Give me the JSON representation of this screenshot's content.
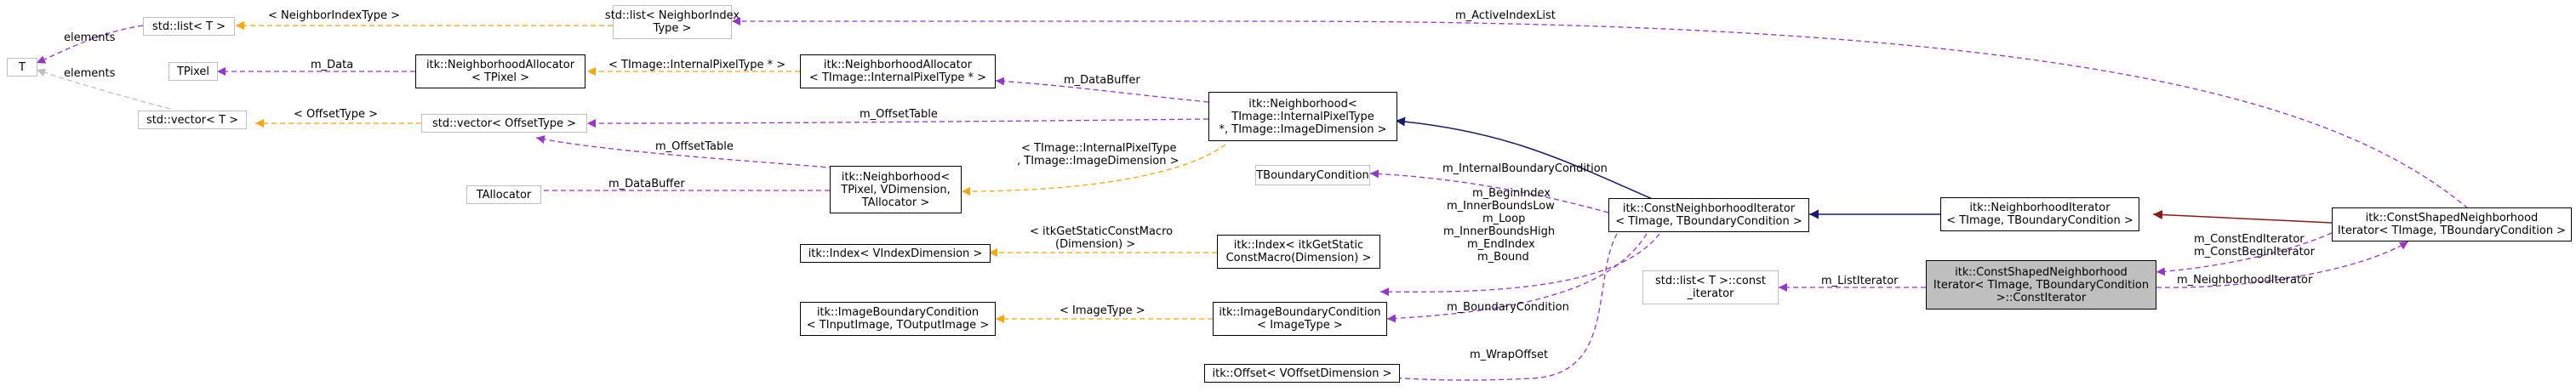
{
  "colors": {
    "purple_edge": "#9a32cd",
    "orange_edge": "#ffa500",
    "navy_edge": "#191970",
    "darkred_edge": "#8b1a1a",
    "gray_border": "#bfbfbf",
    "focus_fill": "#bfbfbf"
  },
  "nodes": {
    "T": "T",
    "std_list_T": "std::list< T >",
    "std_vector_T": "std::vector< T >",
    "TPixel": "TPixel",
    "TAllocator": "TAllocator",
    "std_list_neighborindextype": "std::list< NeighborIndex\nType >",
    "neighborhoodallocator_tpixel": "itk::NeighborhoodAllocator\n< TPixel >",
    "std_vector_offsettype": "std::vector< OffsetType >",
    "neighborhoodallocator_internalpixeltype": "itk::NeighborhoodAllocator\n< TImage::InternalPixelType * >",
    "neighborhood_tpixel": "itk::Neighborhood<\nTPixel, VDimension,\nTAllocator >",
    "index_vindexdimension": "itk::Index< VIndexDimension >",
    "imageboundarycondition_tinput": "itk::ImageBoundaryCondition\n< TInputImage, TOutputImage >",
    "neighborhood_timage": "itk::Neighborhood<\nTImage::InternalPixelType\n*, TImage::ImageDimension >",
    "tboundarycondition": "TBoundaryCondition",
    "index_itkgetstatic": "itk::Index< itkGetStatic\nConstMacro(Dimension) >",
    "imageboundarycondition_imagetype": "itk::ImageBoundaryCondition\n< ImageType >",
    "offset_voffsetdimension": "itk::Offset< VOffsetDimension >",
    "constneighborhooditerator": "itk::ConstNeighborhoodIterator\n< TImage, TBoundaryCondition >",
    "std_list_const_iterator": "std::list< T >::const\n_iterator",
    "neighborhooditerator": "itk::NeighborhoodIterator\n< TImage, TBoundaryCondition >",
    "constshaped_constiterator": "itk::ConstShapedNeighborhood\nIterator< TImage, TBoundaryCondition\n>::ConstIterator",
    "constshapedneighborhooditerator": "itk::ConstShapedNeighborhood\nIterator< TImage, TBoundaryCondition >"
  },
  "edge_labels": {
    "elements_list": "elements",
    "elements_vector": "elements",
    "neighborindextype": "< NeighborIndexType >",
    "active_index_list": "m_ActiveIndexList",
    "m_data": "m_Data",
    "internalpixeltype_ptr": "< TImage::InternalPixelType * >",
    "m_databuffer_top": "m_DataBuffer",
    "offsettype": "< OffsetType >",
    "m_offsettable_top": "m_OffsetTable",
    "m_offsettable_mid": "m_OffsetTable",
    "m_databuffer_mid": "m_DataBuffer",
    "neighborhood_template_args": "< TImage::InternalPixelType\n, TImage::ImageDimension >",
    "m_internalboundarycondition": "m_InternalBoundaryCondition",
    "index_members": "m_BeginIndex\nm_InnerBoundsLow\nm_Loop\nm_InnerBoundsHigh\nm_EndIndex\nm_Bound",
    "itkgetstatic_args": "< itkGetStaticConstMacro\n(Dimension) >",
    "imagetype": "< ImageType >",
    "m_boundarycondition": "m_BoundaryCondition",
    "m_wrapoffset": "m_WrapOffset",
    "m_listiterator": "m_ListIterator",
    "end_begin_iterator": "m_ConstEndIterator\nm_ConstBeginIterator",
    "m_neighborhooditerator": "m_NeighborhoodIterator"
  }
}
